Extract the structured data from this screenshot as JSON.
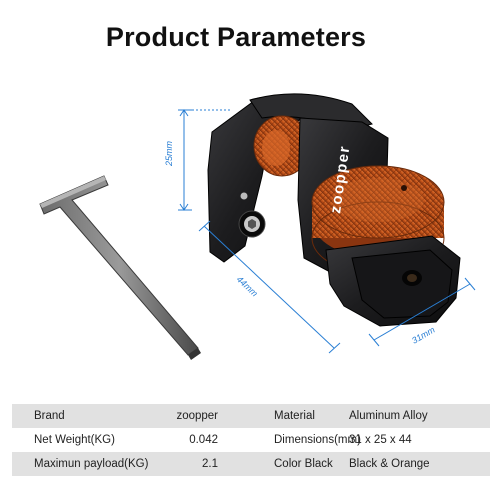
{
  "title": "Product Parameters",
  "brand_logo": "zoopper",
  "dimensions": {
    "height": "25mm",
    "length": "44mm",
    "width": "31mm"
  },
  "specs": [
    {
      "label": "Brand",
      "value": "zoopper",
      "label2": "Material",
      "value2": "Aluminum Alloy"
    },
    {
      "label": "Net Weight(KG)",
      "value": "0.042",
      "label2": "Dimensions(mm)",
      "value2": "31 x 25 x 44"
    },
    {
      "label": "Maximun payload(KG)",
      "value": "2.1",
      "label2": "Color Black",
      "value2": "Black & Orange"
    }
  ],
  "colors": {
    "dimension_line": "#2a7fd4",
    "body_black": "#1c1c1e",
    "knob_orange": "#c8561a",
    "row_shade": "#e1e1e1"
  }
}
